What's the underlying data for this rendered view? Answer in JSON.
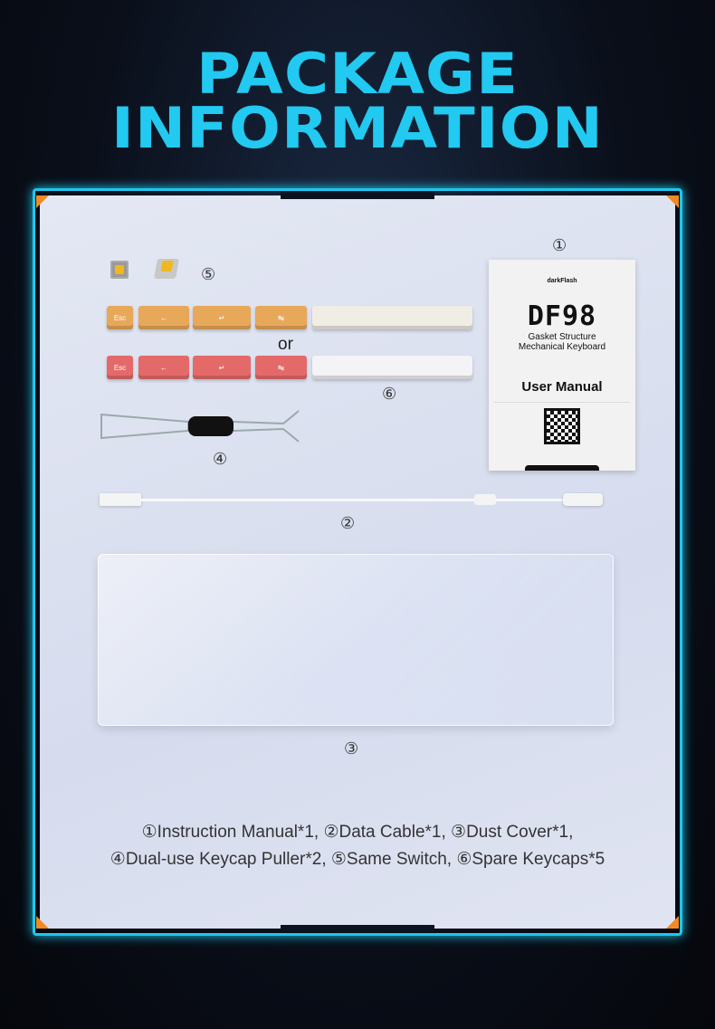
{
  "title": {
    "line1": "PACKAGE",
    "line2": "INFORMATION"
  },
  "colors": {
    "accent": "#22c9f0",
    "orange_corner": "#f08a24"
  },
  "markers": {
    "m1": "①",
    "m2": "②",
    "m3": "③",
    "m4": "④",
    "m5": "⑤",
    "m6": "⑥"
  },
  "keycaps": {
    "esc": "Esc",
    "left": "←",
    "enter": "↵",
    "tab": "↹",
    "or": "or"
  },
  "manual": {
    "brand": "darkFlash",
    "model": "DF98",
    "sub1": "Gasket Structure",
    "sub2": "Mechanical Keyboard",
    "title": "User Manual"
  },
  "caption": {
    "line1": "①Instruction Manual*1, ②Data Cable*1, ③Dust Cover*1,",
    "line2": "④Dual-use Keycap Puller*2, ⑤Same Switch, ⑥Spare Keycaps*5"
  }
}
